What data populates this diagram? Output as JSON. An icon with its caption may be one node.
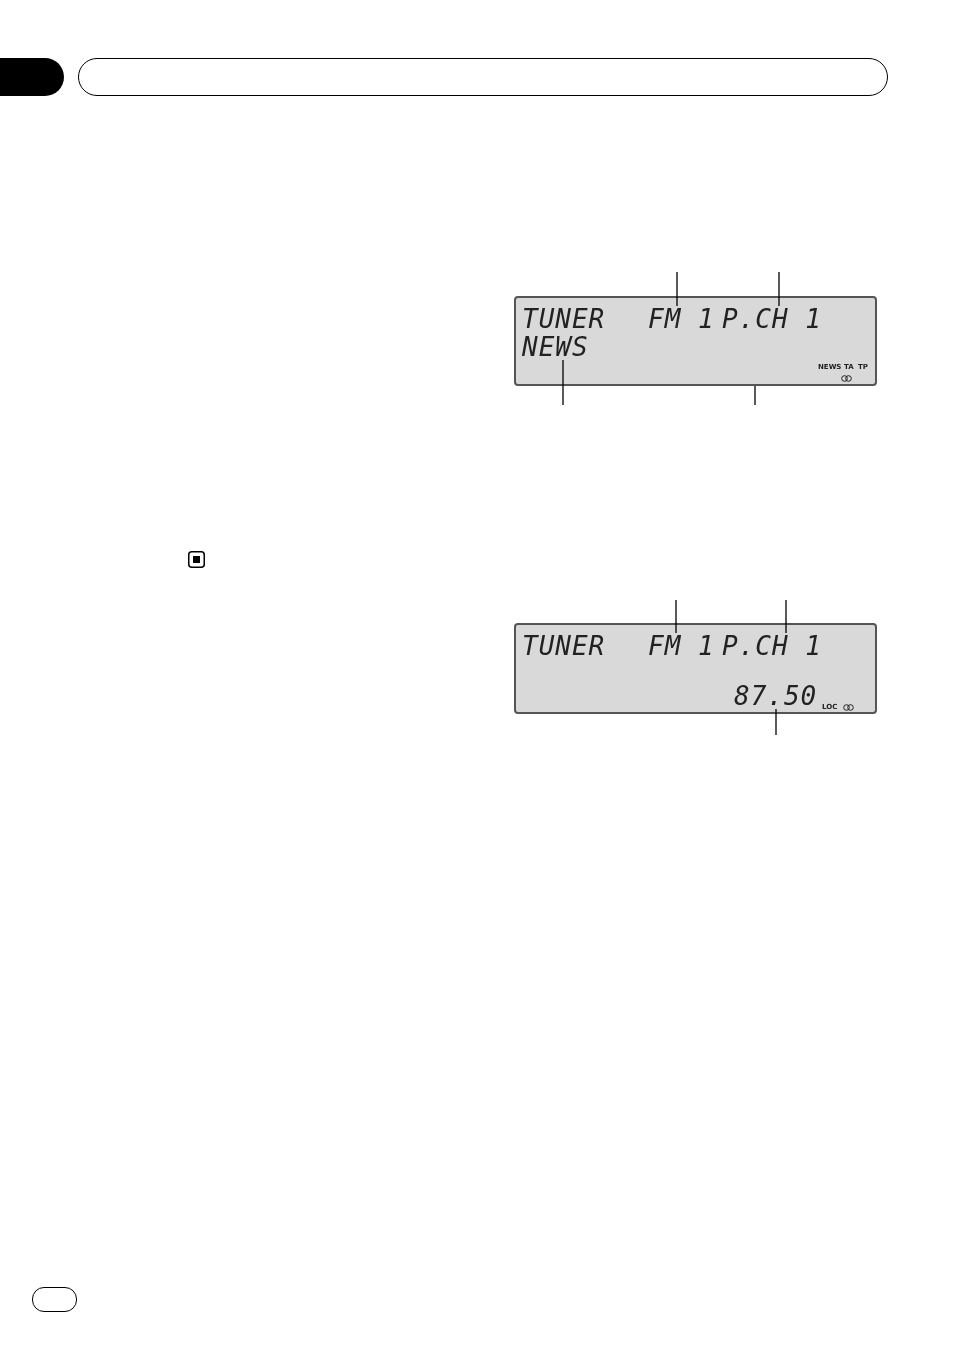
{
  "diagram": {
    "nodes": [
      {
        "text": [],
        "shape": "box"
      },
      {
        "text": [
          "TUNER"
        ],
        "in": 0
      },
      {
        "text": [
          "FM 1"
        ],
        "in": 0
      },
      {
        "text": [
          "P.CH 1"
        ],
        "in": 0
      },
      {
        "text": [
          "NEWS"
        ],
        "in": 0
      },
      {
        "text": [
          "NEWS"
        ],
        "in": 0
      },
      {
        "text": [
          "TA"
        ],
        "in": 0
      },
      {
        "text": [
          "TP"
        ],
        "in": 0
      },
      {
        "text": [],
        "shape": "box"
      },
      {
        "text": [
          "TUNER"
        ],
        "in": 8
      },
      {
        "text": [
          "FM 1"
        ],
        "in": 8
      },
      {
        "text": [
          "P.CH 1"
        ],
        "in": 8
      },
      {
        "text": [
          "87.50"
        ],
        "in": 8
      },
      {
        "text": [
          "LOC"
        ],
        "in": 8
      }
    ],
    "edges": [
      {
        "from": null,
        "to": 2,
        "arrow": "none"
      },
      {
        "from": null,
        "to": 3,
        "arrow": "none"
      },
      {
        "from": null,
        "to": 4,
        "arrow": "none"
      },
      {
        "from": null,
        "to": 0,
        "arrow": "none"
      },
      {
        "from": null,
        "to": 10,
        "arrow": "none"
      },
      {
        "from": null,
        "to": 11,
        "arrow": "none"
      },
      {
        "from": null,
        "to": 12,
        "arrow": "none"
      }
    ]
  }
}
